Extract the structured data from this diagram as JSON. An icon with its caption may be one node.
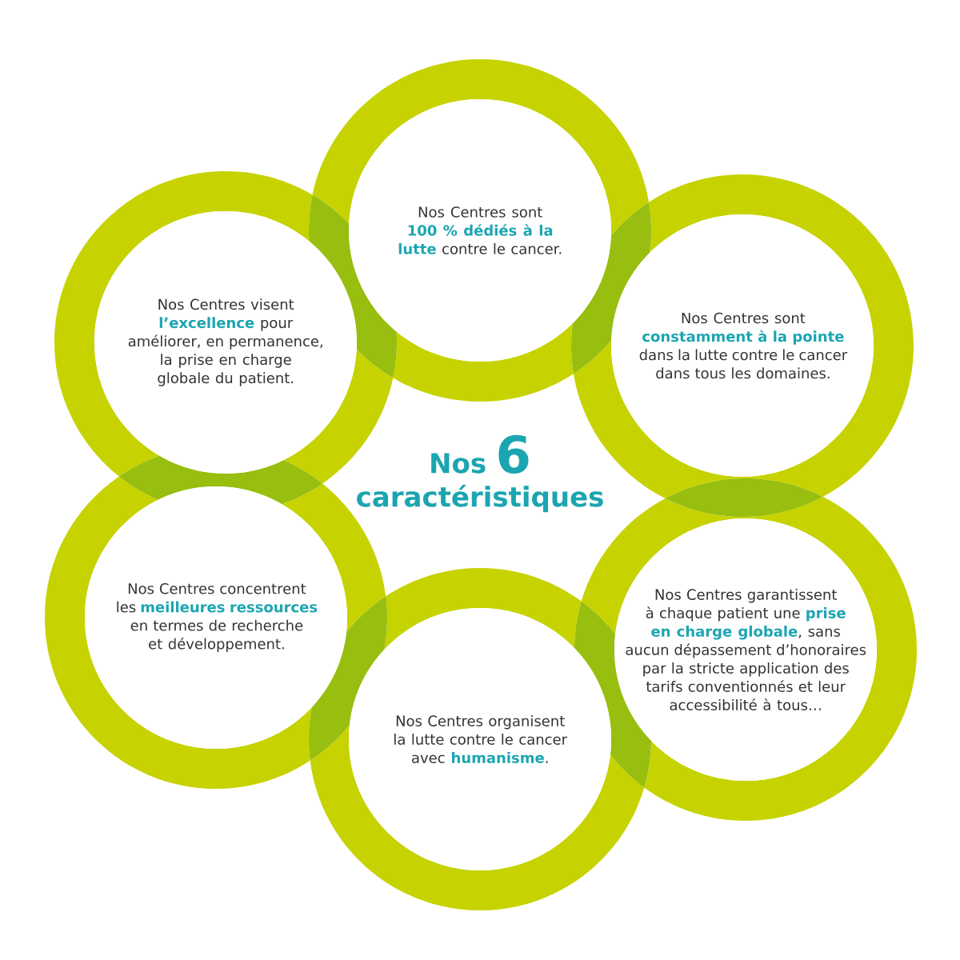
{
  "diagram": {
    "title": "Nos **6** caractéristiques",
    "nodes": [
      {
        "text": [
          "Nos Centres sont **100 % dédiés à la lutte** contre le cancer."
        ]
      },
      {
        "text": [
          "Nos Centres visent **l’excellence** pour améliorer, en permanence, la prise en charge globale du patient."
        ]
      },
      {
        "text": [
          "Nos Centres sont **constamment à la pointe** dans la lutte contre le cancer dans tous les domaines."
        ]
      },
      {
        "text": [
          "Nos Centres concentrent les **meilleures ressources** en termes de recherche et développement."
        ]
      },
      {
        "text": [
          "Nos Centres garantissent à chaque patient une **prise en charge globale**, sans aucun dépassement d’honoraires par la stricte application des tarifs conventionnés et leur accessibilité à tous…"
        ]
      },
      {
        "text": [
          "Nos Centres organisent la lutte contre le cancer avec **humanisme**."
        ]
      }
    ]
  }
}
